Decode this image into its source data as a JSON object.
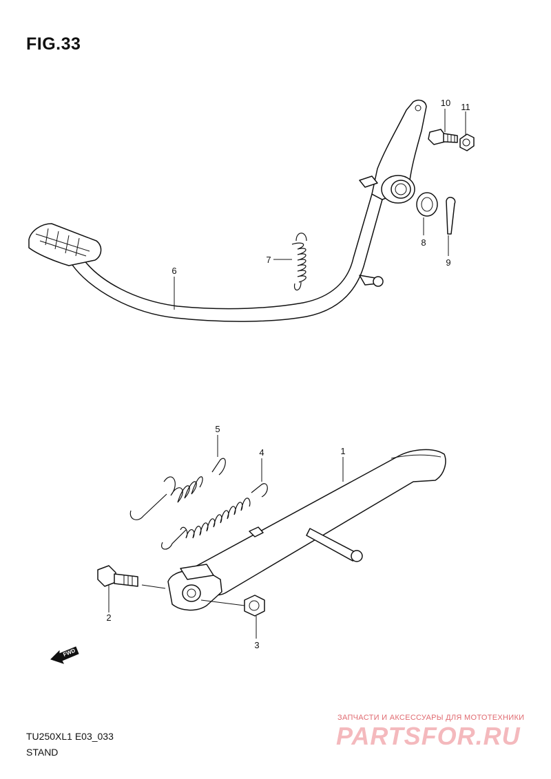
{
  "figure": {
    "title": "FIG.33"
  },
  "callouts": {
    "p1": "1",
    "p2": "2",
    "p3": "3",
    "p4": "4",
    "p5": "5",
    "p6": "6",
    "p7": "7",
    "p8": "8",
    "p9": "9",
    "p10": "10",
    "p11": "11"
  },
  "direction_marker": {
    "text": "FWD"
  },
  "footer": {
    "model_code": "TU250XL1 E03_033",
    "section_name": "STAND"
  },
  "watermark": {
    "tagline": "ЗАПЧАСТИ И АКСЕССУАРЫ ДЛЯ МОТОТЕХНИКИ",
    "brand": "PARTSFOR.RU",
    "color": "#e06a70"
  }
}
